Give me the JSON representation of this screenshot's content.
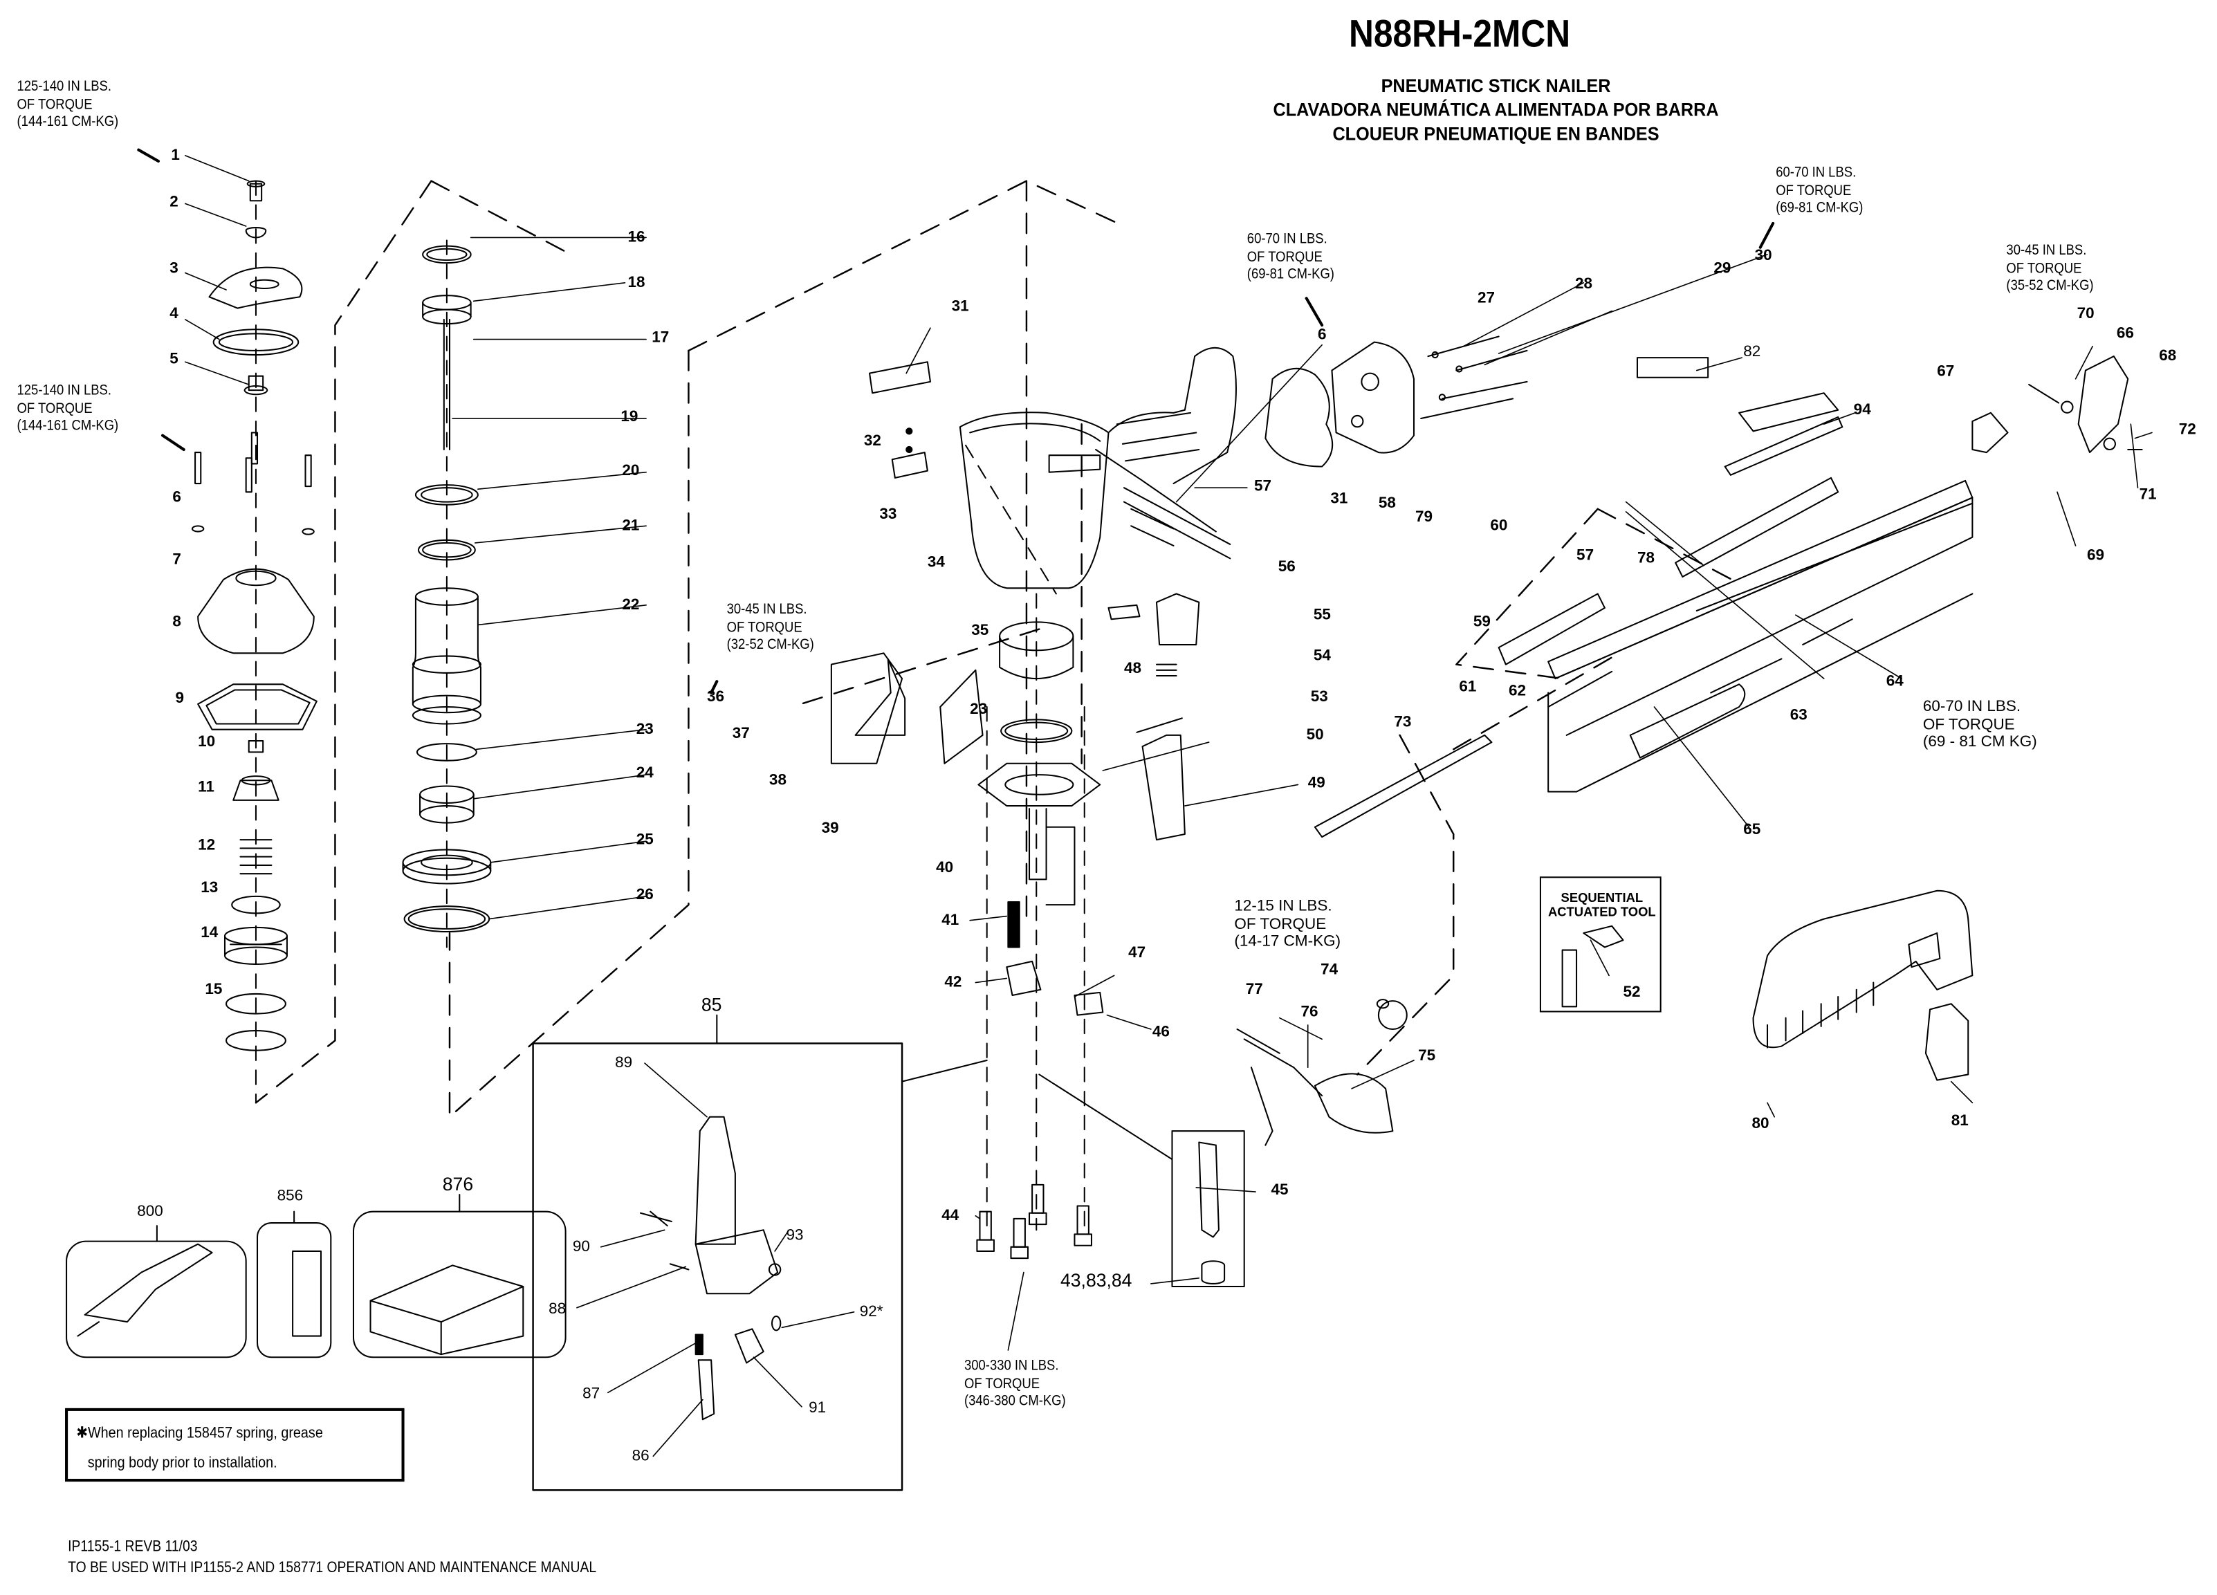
{
  "header": {
    "model": "N88RH-2MCN",
    "subtitle_en": "PNEUMATIC STICK NAILER",
    "subtitle_es": "CLAVADORA NEUMÁTICA ALIMENTADA POR BARRA",
    "subtitle_fr": "CLOUEUR PNEUMATIQUE EN BANDES"
  },
  "torque_specs": [
    {
      "id": "t1",
      "line1": "125-140 IN LBS.",
      "line2": "OF TORQUE",
      "line3": "(144-161 CM-KG)",
      "part": "1"
    },
    {
      "id": "t2",
      "line1": "125-140 IN LBS.",
      "line2": "OF TORQUE",
      "line3": "(144-161 CM-KG)",
      "part": "6"
    },
    {
      "id": "t3",
      "line1": "60-70 IN LBS.",
      "line2": "OF TORQUE",
      "line3": "(69-81 CM-KG)",
      "part": "6"
    },
    {
      "id": "t4",
      "line1": "60-70 IN LBS.",
      "line2": "OF TORQUE",
      "line3": "(69-81 CM-KG)",
      "part": "30"
    },
    {
      "id": "t5",
      "line1": "30-45 IN LBS.",
      "line2": "OF TORQUE",
      "line3": "(35-52 CM-KG)",
      "part": "70"
    },
    {
      "id": "t6",
      "line1": "30-45 IN LBS.",
      "line2": "OF TORQUE",
      "line3": "(32-52 CM-KG)",
      "part": "36"
    },
    {
      "id": "t7",
      "line1": "60-70 IN LBS.",
      "line2": "OF TORQUE",
      "line3": "(69 - 81 CM KG)",
      "part": "64"
    },
    {
      "id": "t8",
      "line1": "12-15 IN LBS.",
      "line2": "OF TORQUE",
      "line3": "(14-17 CM-KG)",
      "part": "77"
    },
    {
      "id": "t9",
      "line1": "300-330 IN LBS.",
      "line2": "OF TORQUE",
      "line3": "(346-380 CM-KG)",
      "part": "44"
    }
  ],
  "part_labels": {
    "p1": "1",
    "p2": "2",
    "p3": "3",
    "p4": "4",
    "p5": "5",
    "p6": "6",
    "p7": "7",
    "p8": "8",
    "p9": "9",
    "p10": "10",
    "p11": "11",
    "p12": "12",
    "p13": "13",
    "p14": "14",
    "p15": "15",
    "p16": "16",
    "p17": "17",
    "p18": "18",
    "p19": "19",
    "p20": "20",
    "p21": "21",
    "p22": "22",
    "p23a": "23",
    "p23b": "23",
    "p24": "24",
    "p25": "25",
    "p26": "26",
    "p27": "27",
    "p28": "28",
    "p29": "29",
    "p30": "30",
    "p6b": "6",
    "p31a": "31",
    "p31b": "31",
    "p32": "32",
    "p33": "33",
    "p34": "34",
    "p35": "35",
    "p36": "36",
    "p37": "37",
    "p38": "38",
    "p39": "39",
    "p40": "40",
    "p41": "41",
    "p42": "42",
    "p43": "43,83,84",
    "p44": "44",
    "p45": "45",
    "p46": "46",
    "p47": "47",
    "p48": "48",
    "p49": "49",
    "p50": "50",
    "p52": "52",
    "p53": "53",
    "p54": "54",
    "p55": "55",
    "p56": "56",
    "p57a": "57",
    "p57b": "57",
    "p58": "58",
    "p59": "59",
    "p60": "60",
    "p61": "61",
    "p62": "62",
    "p63": "63",
    "p64": "64",
    "p65": "65",
    "p66": "66",
    "p67": "67",
    "p68": "68",
    "p69": "69",
    "p70": "70",
    "p71": "71",
    "p72": "72",
    "p73": "73",
    "p74": "74",
    "p75": "75",
    "p76": "76",
    "p77": "77",
    "p78": "78",
    "p79": "79",
    "p80": "80",
    "p81": "81",
    "p82": "82",
    "p85": "85",
    "p86": "86",
    "p87": "87",
    "p88": "88",
    "p89": "89",
    "p90": "90",
    "p91": "91",
    "p92": "92*",
    "p93": "93",
    "p94": "94",
    "p800": "800",
    "p856": "856",
    "p876": "876"
  },
  "inset_sequential": {
    "title_line1": "SEQUENTIAL",
    "title_line2": "ACTUATED TOOL"
  },
  "note": {
    "line1": "✱When replacing 158457 spring, grease",
    "line2": "spring body prior to installation."
  },
  "footer": {
    "doc_id": "IP1155-1 REVB  11/03",
    "usage": "TO BE USED WITH IP1155-2 AND 158771 OPERATION AND MAINTENANCE MANUAL"
  }
}
